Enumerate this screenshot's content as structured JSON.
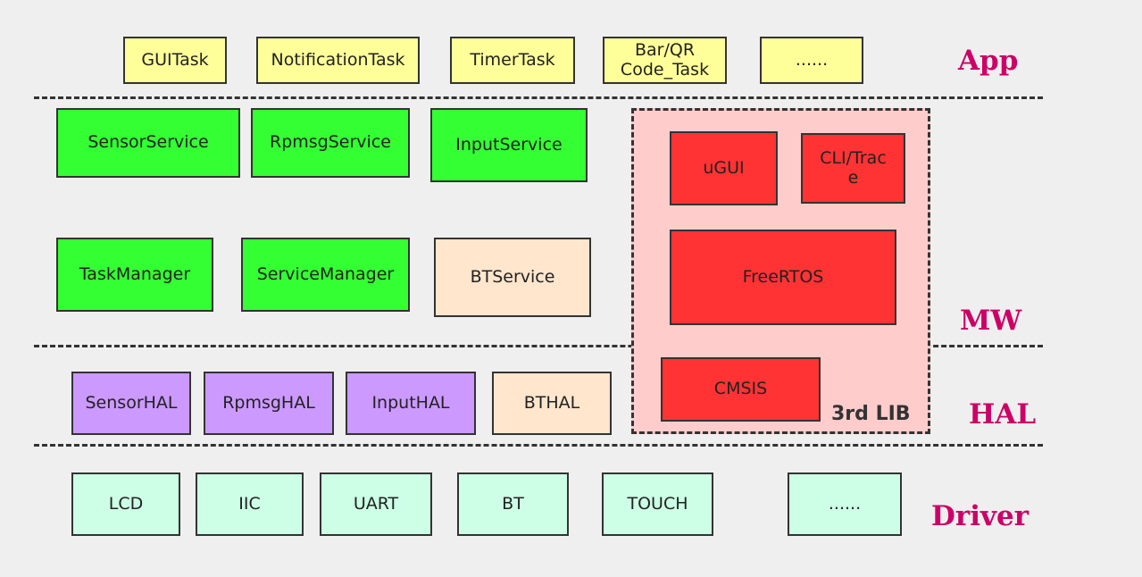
{
  "layers": {
    "app": "App",
    "mw": "MW",
    "hal": "HAL",
    "driver": "Driver"
  },
  "app_tasks": {
    "gui": "GUITask",
    "notification": "NotificationTask",
    "timer": "TimerTask",
    "barqr": "Bar/QR\nCode_Task",
    "more": "......"
  },
  "middleware": {
    "sensor_service": "SensorService",
    "rpmsg_service": "RpmsgService",
    "input_service": "InputService",
    "task_manager": "TaskManager",
    "service_manager": "ServiceManager",
    "bt_service": "BTService"
  },
  "third_lib": {
    "label": "3rd LIB",
    "ugui": "uGUI",
    "cli_trace": "CLI/Trac\ne",
    "freertos": "FreeRTOS",
    "cmsis": "CMSIS"
  },
  "hal": {
    "sensor_hal": "SensorHAL",
    "rpmsg_hal": "RpmsgHAL",
    "input_hal": "InputHAL",
    "bt_hal": "BTHAL"
  },
  "drivers": {
    "lcd": "LCD",
    "iic": "IIC",
    "uart": "UART",
    "bt": "BT",
    "touch": "TOUCH",
    "more": "......"
  },
  "colors": {
    "app": "#ffff99",
    "service": "#33ff33",
    "bt_layer": "#ffe6cc",
    "hal": "#cc99ff",
    "driver": "#ccffe6",
    "third_lib_box": "#ff3333",
    "third_lib_region": "#ffcccc",
    "layer_label": "#cc0066"
  }
}
